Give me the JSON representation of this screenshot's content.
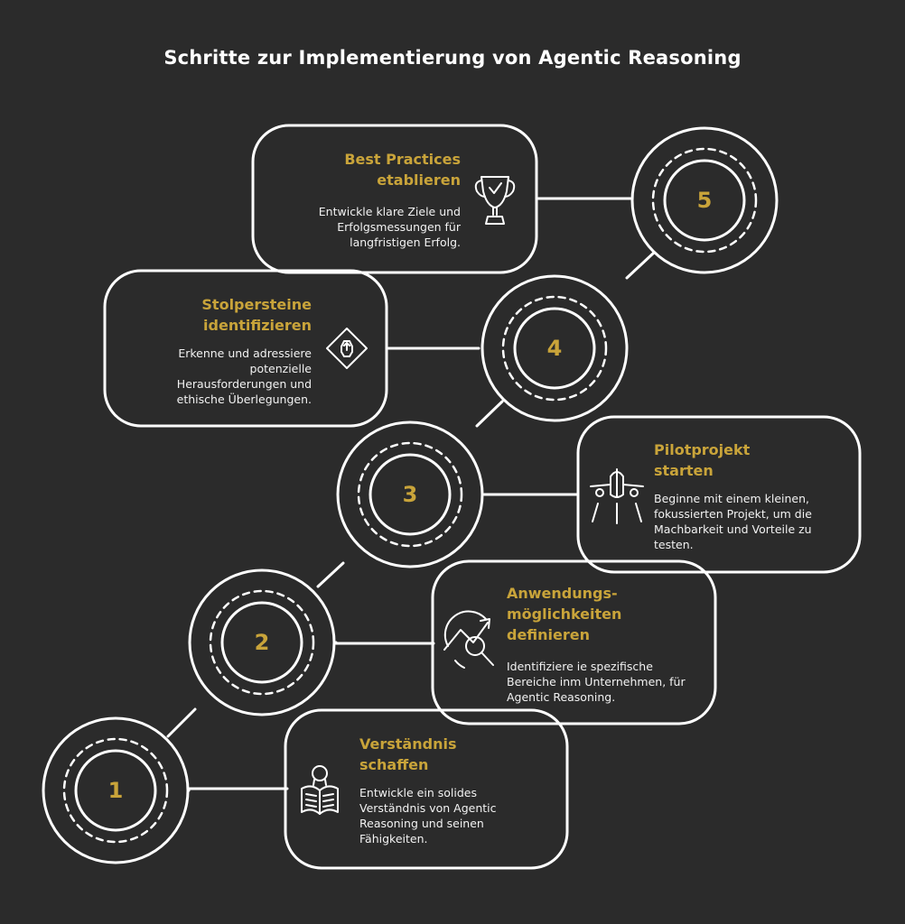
{
  "title": "Schritte zur Implementierung von Agentic Reasoning",
  "colors": {
    "background": "#2b2b2b",
    "accent": "#c9a43a",
    "stroke": "#ffffff",
    "text": "#f2f2f2"
  },
  "steps": [
    {
      "number": "1",
      "title": "Verständnis schaffen",
      "description": "Entwickle ein solides Verständnis von Agentic Reasoning und seinen Fähigkeiten.",
      "icon": "reader-book-icon"
    },
    {
      "number": "2",
      "title": "Anwendungs-möglichkeiten definieren",
      "description": "Identifiziere ie spezifische Bereiche inm Unternehmen, für Agentic Reasoning.",
      "icon": "search-growth-icon"
    },
    {
      "number": "3",
      "title": "Pilotprojekt starten",
      "description": "Beginne mit einem kleinen, fokussierten Projekt, um die Machbarkeit und Vorteile zu testen.",
      "icon": "airplane-icon"
    },
    {
      "number": "4",
      "title": "Stolpersteine identifizieren",
      "description": "Erkenne und adressiere potenzielle Herausforderungen und ethische Überlegungen.",
      "icon": "warning-sign-icon"
    },
    {
      "number": "5",
      "title": "Best Practices etablieren",
      "description": "Entwickle klare Ziele und Erfolgsmessungen für langfristigen Erfolg.",
      "icon": "trophy-icon"
    }
  ]
}
